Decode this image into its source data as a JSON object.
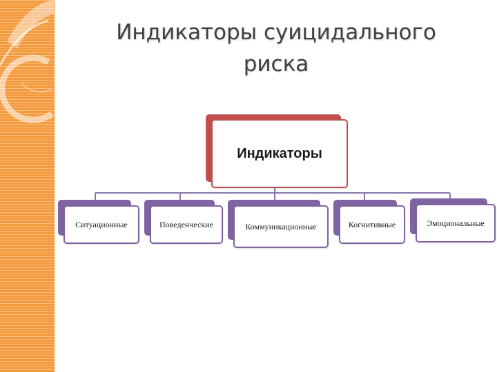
{
  "title": {
    "line1": "Индикаторы суицидального",
    "line2": "риска"
  },
  "diagram": {
    "root": {
      "label": "Индикаторы"
    },
    "children": [
      {
        "label": "Ситуационные"
      },
      {
        "label": "Поведенческие"
      },
      {
        "label": "Коммуникационные"
      },
      {
        "label": "Когнитивные"
      },
      {
        "label": "Эмоциональные"
      }
    ]
  },
  "colors": {
    "accent_band": "#f39a3c",
    "root_border": "#c0504d",
    "leaf_border": "#8064a2",
    "connector": "#8064a2"
  }
}
